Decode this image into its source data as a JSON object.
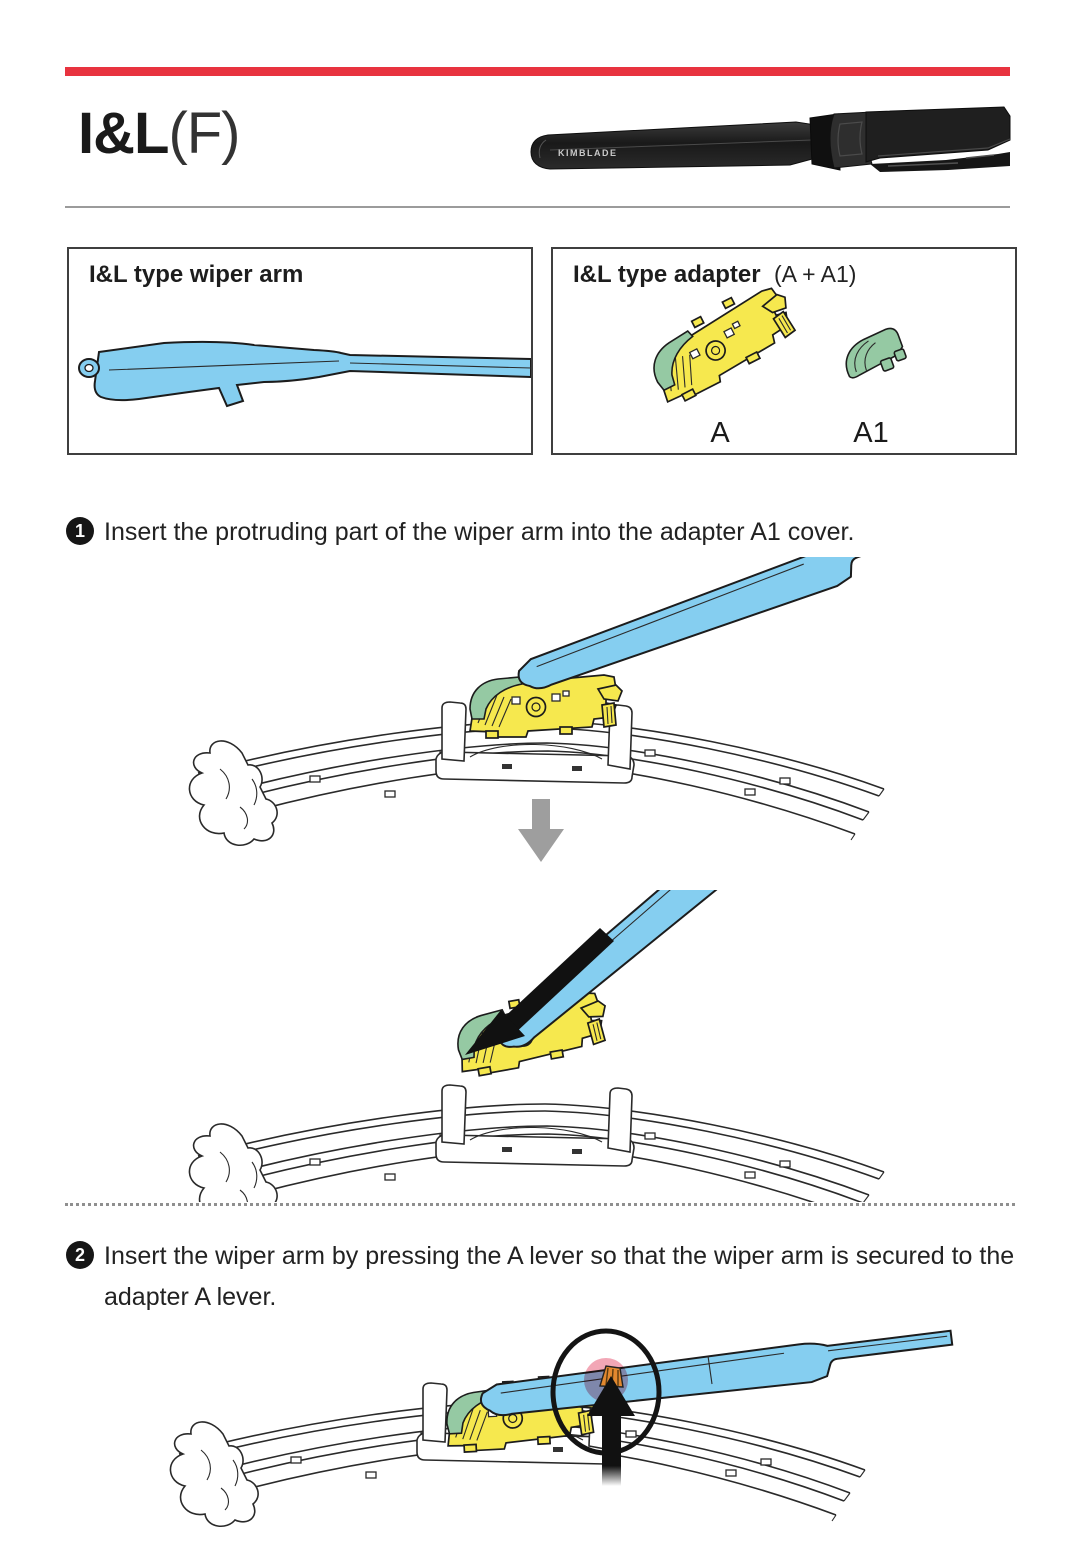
{
  "header": {
    "title_main": "I&L",
    "title_suffix": "(F)",
    "product_brand": "KIMBLADE"
  },
  "panels": {
    "wiper_arm": {
      "title": "I&L type wiper arm"
    },
    "adapter": {
      "title": "I&L type adapter",
      "subtitle": "(A + A1)",
      "label_a": "A",
      "label_a1": "A1"
    }
  },
  "steps": [
    {
      "number": "1",
      "text": "Insert the protruding part of the wiper arm into the adapter A1 cover."
    },
    {
      "number": "2",
      "text": "Insert the wiper arm by pressing the A lever so that the wiper arm is secured to the adapter A lever."
    }
  ],
  "colors": {
    "accent_red": "#E8333F",
    "arm_blue": "#85CEF0",
    "adapter_yellow": "#F6E84E",
    "cap_green": "#95C9A3",
    "highlight_pink": "#F2A7B6",
    "lever_orange": "#E2882F",
    "arrow_gray": "#9E9E9E",
    "line_dark": "#2a2a2a"
  }
}
